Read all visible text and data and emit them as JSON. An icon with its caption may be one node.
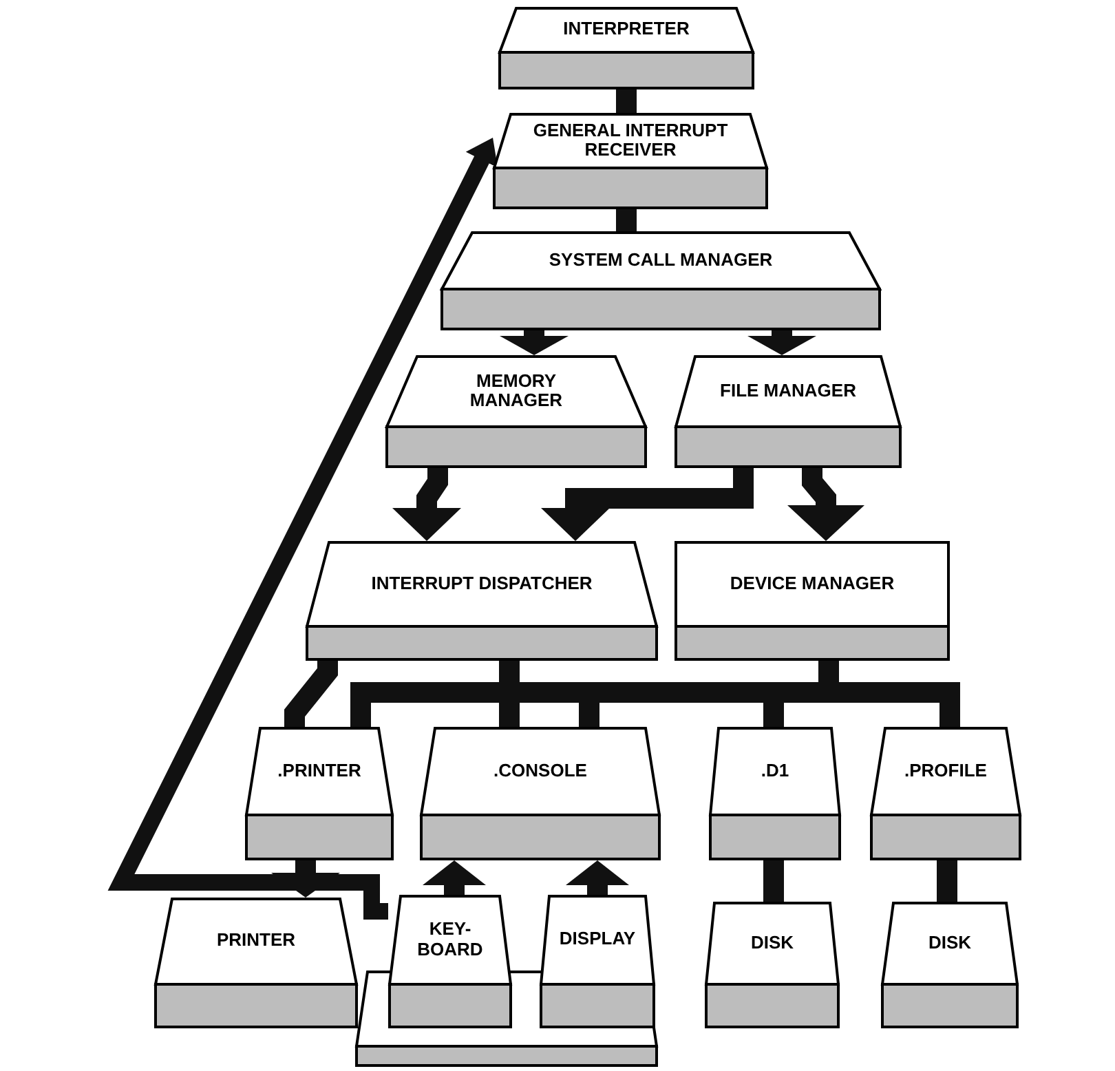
{
  "diagram": {
    "nodes": [
      {
        "text": [
          "INTERPRETER"
        ]
      },
      {
        "text": [
          "GENERAL INTERRUPT RECEIVER"
        ]
      },
      {
        "text": [
          "SYSTEM CALL MANAGER"
        ]
      },
      {
        "text": [
          "MEMORY MANAGER"
        ]
      },
      {
        "text": [
          "FILE MANAGER"
        ]
      },
      {
        "text": [
          "INTERRUPT DISPATCHER"
        ]
      },
      {
        "text": [
          "DEVICE MANAGER"
        ]
      },
      {
        "text": [
          ".PRINTER"
        ]
      },
      {
        "text": [
          ".CONSOLE"
        ]
      },
      {
        "text": [
          ".D1"
        ]
      },
      {
        "text": [
          ".PROFILE"
        ]
      },
      {
        "text": [
          "PRINTER"
        ]
      },
      {
        "text": [
          "KEY- BOARD"
        ]
      },
      {
        "text": [
          "DISPLAY"
        ]
      },
      {
        "text": [
          "DISK"
        ]
      },
      {
        "text": [
          "DISK"
        ]
      },
      {
        "text": [],
        "shape": "box"
      }
    ],
    "edges": [
      {
        "from": 0,
        "to": 1,
        "arrow": "none"
      },
      {
        "from": 1,
        "to": 2,
        "arrow": "none"
      },
      {
        "from": 2,
        "to": 3,
        "arrow": "to"
      },
      {
        "from": 2,
        "to": 4,
        "arrow": "to"
      },
      {
        "from": 3,
        "to": 5,
        "arrow": "to"
      },
      {
        "from": 4,
        "to": 5,
        "arrow": "to"
      },
      {
        "from": 4,
        "to": 6,
        "arrow": "to"
      },
      {
        "from": 5,
        "to": 7,
        "arrow": "none"
      },
      {
        "from": 5,
        "to": 8,
        "arrow": "none"
      },
      {
        "from": 6,
        "to": 7,
        "arrow": "none"
      },
      {
        "from": 6,
        "to": 8,
        "arrow": "none"
      },
      {
        "from": 6,
        "to": 9,
        "arrow": "none"
      },
      {
        "from": 6,
        "to": 10,
        "arrow": "none"
      },
      {
        "from": 7,
        "to": 11,
        "arrow": "to"
      },
      {
        "from": 12,
        "to": 8,
        "arrow": "to"
      },
      {
        "from": 13,
        "to": 8,
        "arrow": "to"
      },
      {
        "from": 9,
        "to": 14,
        "arrow": "none"
      },
      {
        "from": 10,
        "to": 15,
        "arrow": "none"
      },
      {
        "from": 12,
        "to": 1,
        "arrow": "to"
      }
    ]
  }
}
